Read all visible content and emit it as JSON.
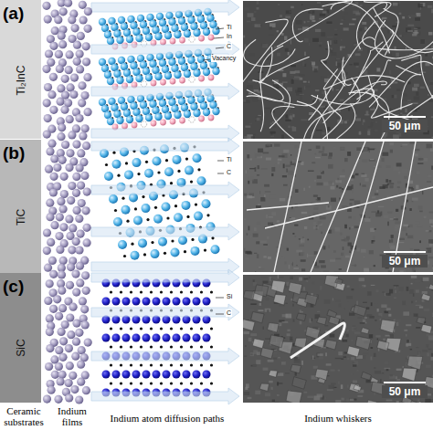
{
  "diagram": {
    "nodes": [
      {
        "text": [
          "Ti₂InC"
        ]
      },
      {
        "text": [
          "TiC"
        ]
      },
      {
        "text": [
          "SiC"
        ]
      }
    ],
    "labels": [
      "(a)",
      "Ti",
      "In",
      "C",
      "Vacancy",
      "50 μm",
      "(b)",
      "Ti",
      "C",
      "50 μm",
      "(c)",
      "Si",
      "C",
      "50 μm",
      "Ceramic substrates",
      "Indium films",
      "Indium atom diffusion paths",
      "Indium whiskers"
    ]
  }
}
